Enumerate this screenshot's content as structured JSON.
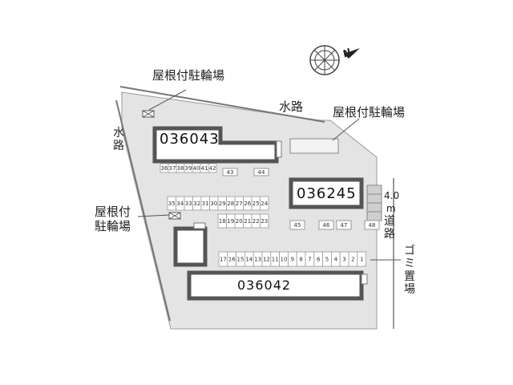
{
  "map": {
    "compass": {
      "label": "N"
    },
    "labels": {
      "bike_roof_top": "屋根付駐輪場",
      "bike_roof_right": "屋根付駐輪場",
      "bike_roof_left_1": "屋根付",
      "bike_roof_left_2": "駐輪場",
      "canal_top": "水路",
      "canal_left": "水路",
      "road_width": "4.0",
      "road_unit": "m",
      "road": "道路",
      "garbage": "ゴミ置場"
    },
    "buildings": {
      "a": "036043",
      "b": "036245",
      "c": "036042"
    },
    "parking": {
      "row_top": [
        "36",
        "37",
        "38",
        "39",
        "40",
        "41",
        "42"
      ],
      "top_extra": [
        "43",
        "44"
      ],
      "row_mid_upper": [
        "35",
        "34",
        "33",
        "32",
        "31",
        "30",
        "29",
        "28",
        "27",
        "26",
        "25",
        "24"
      ],
      "row_mid_lower": [
        "18",
        "19",
        "20",
        "21",
        "22",
        "23"
      ],
      "row_right": [
        "45",
        "46",
        "47",
        "48"
      ],
      "row_bottom": [
        "17",
        "16",
        "15",
        "14",
        "13",
        "12",
        "11",
        "10",
        "9",
        "8",
        "7",
        "6",
        "5",
        "4",
        "3",
        "2",
        "1"
      ]
    },
    "colors": {
      "lot": "#e6e6e6",
      "building_border": "#555555",
      "text": "#222222"
    }
  }
}
